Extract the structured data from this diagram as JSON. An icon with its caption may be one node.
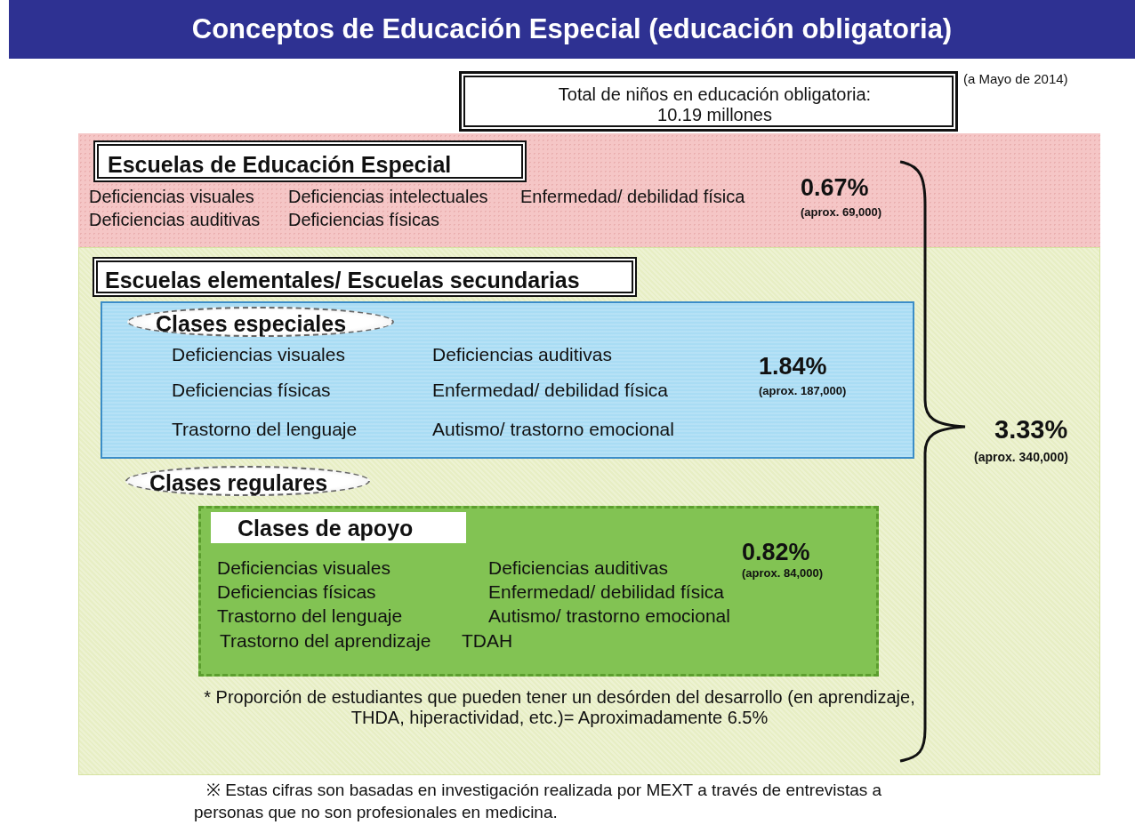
{
  "diagram": {
    "title": "Conceptos de Educación Especial (educación obligatoria)",
    "nodes": [
      {
        "text": [
          "Total de niños en educación obligatoria: 10.19 millones"
        ]
      },
      {
        "text": [
          "Deficiencias visuales",
          "Deficiencias intelectuales",
          "Enfermedad/ debilidad física",
          "Deficiencias auditivas",
          "Deficiencias físicas",
          "0.67%",
          "(aprox. 69,000)"
        ]
      },
      {
        "text": [
          "Escuelas de Educación Especial"
        ],
        "in": 1
      },
      {
        "text": [
          "* Proporción de estudiantes que pueden tener un desórden del desarrollo (en aprendizaje, THDA, hiperactividad, etc.)= Aproximadamente 6.5%"
        ]
      },
      {
        "text": [
          "Escuelas elementales/ Escuelas secundarias"
        ],
        "in": 3
      },
      {
        "text": [
          "Deficiencias visuales",
          "Deficiencias auditivas",
          "Deficiencias físicas",
          "Enfermedad/ debilidad física",
          "Trastorno del lenguaje",
          "Autismo/ trastorno emocional",
          "1.84%",
          "(aprox. 187,000)"
        ],
        "in": 3
      },
      {
        "text": [
          "Clases especiales"
        ],
        "in": 5
      },
      {
        "text": [
          "Clases regulares"
        ],
        "in": 3
      },
      {
        "text": [
          "Deficiencias visuales",
          "Deficiencias auditivas",
          "0.82%",
          "(aprox. 84,000)",
          "Deficiencias físicas",
          "Enfermedad/ debilidad física",
          "Trastorno del lenguaje",
          "Autismo/ trastorno emocional",
          "Trastorno del aprendizaje",
          "TDAH"
        ],
        "in": 3
      },
      {
        "text": [
          "Clases de apoyo"
        ],
        "in": 8
      }
    ],
    "edges": [],
    "labels": [
      "(a Mayo de 2014)",
      "3.33%",
      "(aprox. 340,000)",
      "※ Estas cifras son basadas en investigación realizada por MEXT a través de entrevistas a personas que no son profesionales en medicina."
    ]
  }
}
